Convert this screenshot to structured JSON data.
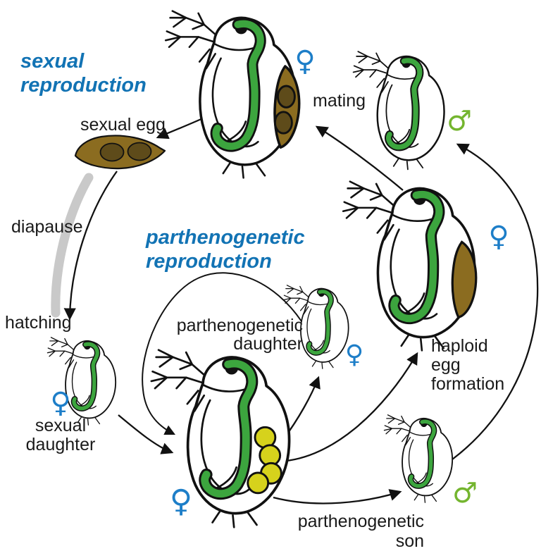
{
  "colors": {
    "background": "#ffffff",
    "heading_blue": "#1273b4",
    "female_blue": "#1d7ec8",
    "male_green": "#74b52f",
    "gut_green": "#3ca53e",
    "ephippium_brown": "#8b6c20",
    "egg_dark_brown": "#5e4b1a",
    "yolk_yellow": "#d6d21c",
    "diapause_gray": "#c9c9c9",
    "ink": "#111111",
    "text_black": "#1a1a1a"
  },
  "headings": {
    "sexual": {
      "line1": "sexual",
      "line2": "reproduction"
    },
    "parthenogenetic": {
      "line1": "parthenogenetic",
      "line2": "reproduction"
    }
  },
  "labels": {
    "sexual_egg": "sexual egg",
    "mating": "mating",
    "diapause": "diapause",
    "hatching": "hatching",
    "sexual_daughter": {
      "line1": "sexual",
      "line2": "daughter"
    },
    "parthenogenetic_daughter": {
      "line1": "parthenogenetic",
      "line2": "daughter"
    },
    "haploid_egg_formation": {
      "line1": "haploid",
      "line2": "egg",
      "line3": "formation"
    },
    "parthenogenetic_son": {
      "line1": "parthenogenetic",
      "line2": "son"
    }
  },
  "figures": [
    {
      "id": "mating-female",
      "symbol": "♀"
    },
    {
      "id": "male",
      "symbol": "♂"
    },
    {
      "id": "haploid-egg-female",
      "symbol": "♀"
    },
    {
      "id": "parthenogenetic-daughter",
      "symbol": "♀"
    },
    {
      "id": "sexual-daughter",
      "symbol": "♀"
    },
    {
      "id": "parthenogenetic-mother",
      "symbol": "♀"
    },
    {
      "id": "parthenogenetic-son",
      "symbol": "♂"
    }
  ]
}
